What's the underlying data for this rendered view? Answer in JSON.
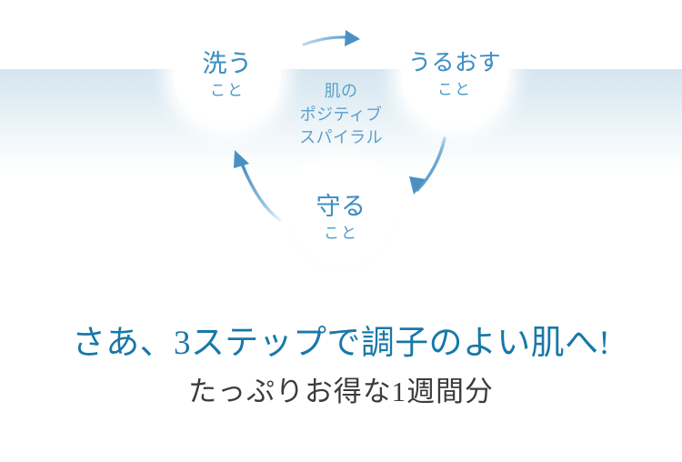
{
  "background": {
    "top_color": "#ffffff",
    "band_color": "#d5e6f0",
    "band_fade_color": "#ffffff"
  },
  "diagram": {
    "name": "skin-positive-spiral",
    "center_caption": {
      "line1": "肌の",
      "line2": "ポジティブ",
      "line3": "スパイラル",
      "color": "#5ba0cc"
    },
    "nodes": [
      {
        "id": "wash",
        "main": "洗う",
        "sub": "こと",
        "color": "#3f90c4"
      },
      {
        "id": "moisturize",
        "main": "うるおす",
        "sub": "こと",
        "color": "#3f90c4"
      },
      {
        "id": "protect",
        "main": "守る",
        "sub": "こと",
        "color": "#3f90c4"
      }
    ],
    "arrows": [
      {
        "id": "wash-to-moisturize",
        "icon": "curved-arrow-right-icon",
        "color": "#4a90c2"
      },
      {
        "id": "moisturize-to-protect",
        "icon": "curved-arrow-down-left-icon",
        "color": "#4a90c2"
      },
      {
        "id": "protect-to-wash",
        "icon": "curved-arrow-up-left-icon",
        "color": "#4a90c2"
      }
    ]
  },
  "headline": {
    "line1": "さあ、3ステップで調子のよい肌へ!",
    "line2": "たっぷりお得な1週間分",
    "line1_color": "#1878a8",
    "line2_color": "#3c3c3c"
  }
}
